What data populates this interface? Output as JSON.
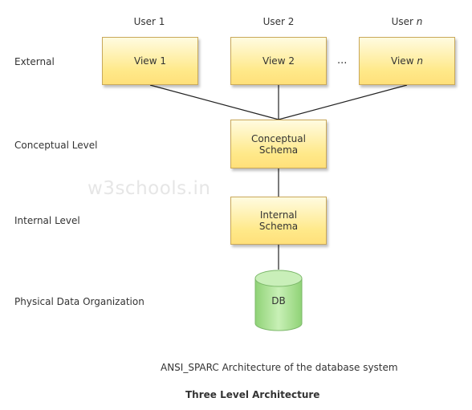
{
  "levels": {
    "external": "External",
    "conceptual": "Conceptual Level",
    "internal": "Internal Level",
    "physical": "Physical Data Organization"
  },
  "users": {
    "user1": "User 1",
    "user2": "User 2",
    "userN_prefix": "User",
    "userN_var": "n"
  },
  "views": {
    "view1": "View 1",
    "view2": "View 2",
    "viewN_prefix": "View",
    "viewN_var": "n",
    "ellipsis": "..."
  },
  "schemas": {
    "conceptual": "Conceptual\nSchema",
    "internal": "Internal\nSchema"
  },
  "db_label": "DB",
  "watermark": "w3schools.in",
  "caption": "ANSI_SPARC Architecture of the database system",
  "title": "Three Level Architecture",
  "colors": {
    "box_fill": "#ffe98a",
    "box_border": "#c9a85a",
    "db_fill": "#a6e090",
    "db_border": "#7cb86a"
  }
}
